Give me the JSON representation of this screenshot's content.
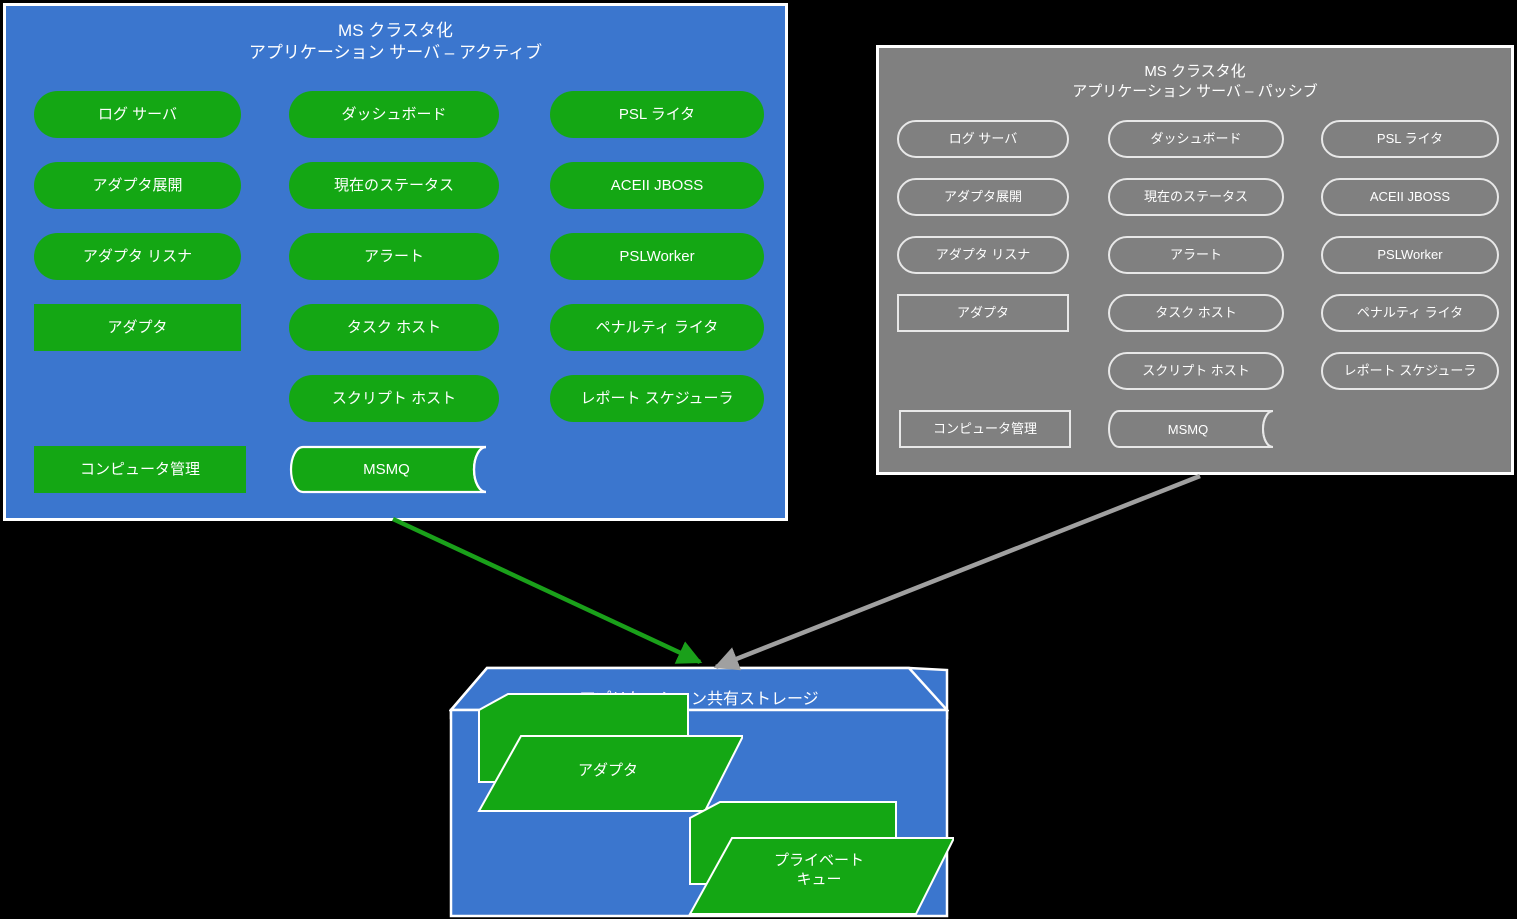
{
  "colors": {
    "background": "#000000",
    "active_panel": "#3b76ce",
    "passive_panel": "#808080",
    "node_green": "#14a714",
    "outline": "#ffffff",
    "arrow_active": "#1aa01a",
    "arrow_passive": "#a0a0a0"
  },
  "active_panel": {
    "title": "MS クラスタ化\nアプリケーション サーバ – アクティブ",
    "columns": [
      {
        "nodes": [
          {
            "label": "ログ サーバ",
            "shape": "pill"
          },
          {
            "label": "アダプタ展開",
            "shape": "pill"
          },
          {
            "label": "アダプタ リスナ",
            "shape": "pill"
          },
          {
            "label": "アダプタ",
            "shape": "rect"
          },
          {
            "label": "コンピュータ管理",
            "shape": "rect"
          }
        ]
      },
      {
        "nodes": [
          {
            "label": "ダッシュボード",
            "shape": "pill"
          },
          {
            "label": "現在のステータス",
            "shape": "pill"
          },
          {
            "label": "アラート",
            "shape": "pill"
          },
          {
            "label": "タスク ホスト",
            "shape": "pill"
          },
          {
            "label": "スクリプト ホスト",
            "shape": "pill"
          },
          {
            "label": "MSMQ",
            "shape": "queue"
          }
        ]
      },
      {
        "nodes": [
          {
            "label": "PSL ライタ",
            "shape": "pill"
          },
          {
            "label": "ACEII JBOSS",
            "shape": "pill"
          },
          {
            "label": "PSLWorker",
            "shape": "pill"
          },
          {
            "label": "ペナルティ ライタ",
            "shape": "pill"
          },
          {
            "label": "レポート スケジューラ",
            "shape": "pill"
          }
        ]
      }
    ]
  },
  "passive_panel": {
    "title": "MS クラスタ化\nアプリケーション サーバ – パッシブ",
    "columns": [
      {
        "nodes": [
          {
            "label": "ログ サーバ",
            "shape": "pill"
          },
          {
            "label": "アダプタ展開",
            "shape": "pill"
          },
          {
            "label": "アダプタ リスナ",
            "shape": "pill"
          },
          {
            "label": "アダプタ",
            "shape": "rect"
          },
          {
            "label": "コンピュータ管理",
            "shape": "rect"
          }
        ]
      },
      {
        "nodes": [
          {
            "label": "ダッシュボード",
            "shape": "pill"
          },
          {
            "label": "現在のステータス",
            "shape": "pill"
          },
          {
            "label": "アラート",
            "shape": "pill"
          },
          {
            "label": "タスク ホスト",
            "shape": "pill"
          },
          {
            "label": "スクリプト ホスト",
            "shape": "pill"
          },
          {
            "label": "MSMQ",
            "shape": "queue"
          }
        ]
      },
      {
        "nodes": [
          {
            "label": "PSL ライタ",
            "shape": "pill"
          },
          {
            "label": "ACEII JBOSS",
            "shape": "pill"
          },
          {
            "label": "PSLWorker",
            "shape": "pill"
          },
          {
            "label": "ペナルティ ライタ",
            "shape": "pill"
          },
          {
            "label": "レポート スケジューラ",
            "shape": "pill"
          }
        ]
      }
    ]
  },
  "storage": {
    "title": "アプリケーション共有ストレージ",
    "folders": [
      {
        "label": "アダプタ"
      },
      {
        "label": "プライベート\nキュー"
      }
    ]
  },
  "connectors": [
    {
      "name": "active-to-storage",
      "from": "active_panel",
      "to": "storage",
      "color": "#1aa01a"
    },
    {
      "name": "passive-to-storage",
      "from": "passive_panel",
      "to": "storage",
      "color": "#a0a0a0"
    }
  ]
}
